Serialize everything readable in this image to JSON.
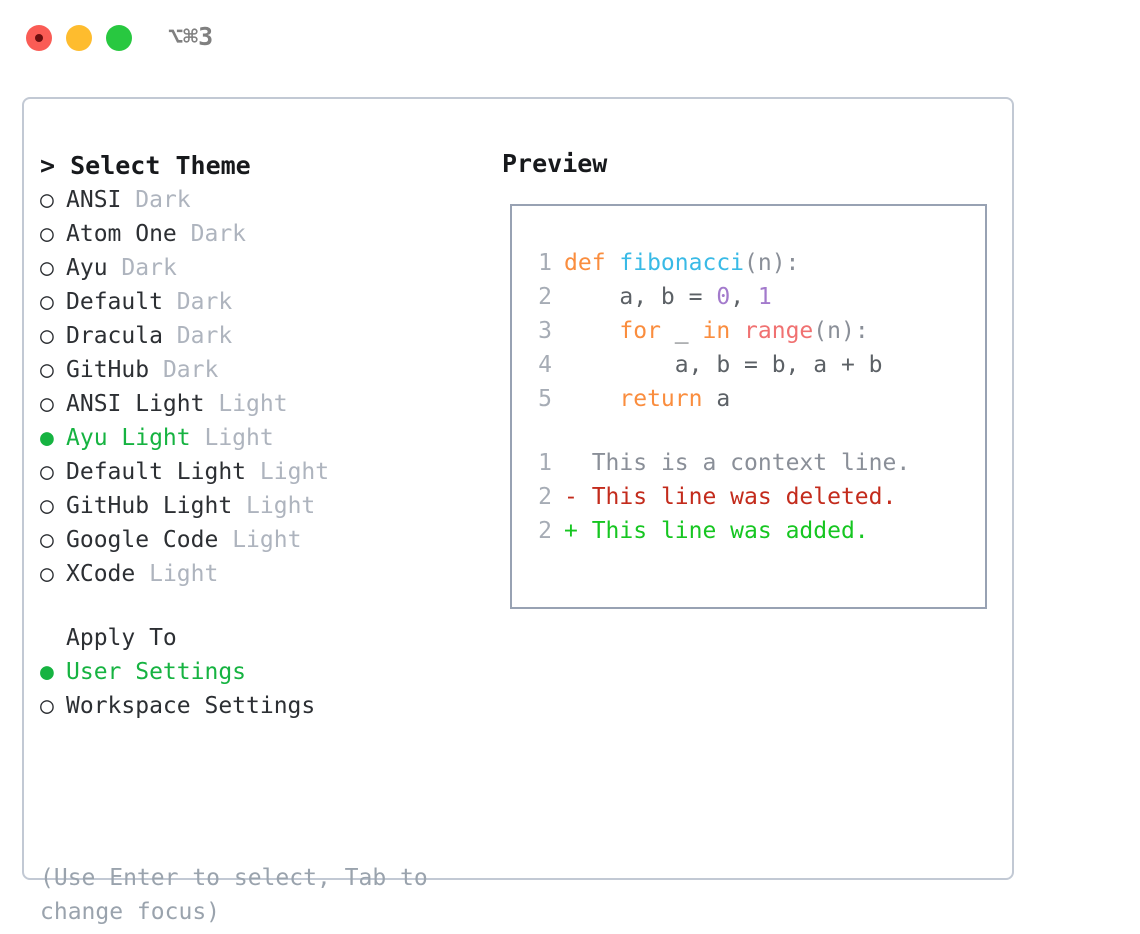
{
  "window": {
    "title": "⌥⌘3",
    "traffic_lights": [
      "close",
      "minimize",
      "maximize"
    ],
    "colors": {
      "close": "#fa5c55",
      "minimize": "#febc2e",
      "maximize": "#28c840",
      "accent_green": "#16b341",
      "muted": "#aeb4be",
      "panel_border": "#c2c9d4",
      "preview_border": "#98a2b3"
    }
  },
  "theme_list": {
    "header": "> Select Theme",
    "items": [
      {
        "marker": "○",
        "name": "ANSI",
        "kind": "Dark",
        "selected": false
      },
      {
        "marker": "○",
        "name": "Atom One",
        "kind": "Dark",
        "selected": false
      },
      {
        "marker": "○",
        "name": "Ayu",
        "kind": "Dark",
        "selected": false
      },
      {
        "marker": "○",
        "name": "Default",
        "kind": "Dark",
        "selected": false
      },
      {
        "marker": "○",
        "name": "Dracula",
        "kind": "Dark",
        "selected": false
      },
      {
        "marker": "○",
        "name": "GitHub",
        "kind": "Dark",
        "selected": false
      },
      {
        "marker": "○",
        "name": "ANSI Light",
        "kind": "Light",
        "selected": false
      },
      {
        "marker": "●",
        "name": "Ayu Light",
        "kind": "Light",
        "selected": true
      },
      {
        "marker": "○",
        "name": "Default Light",
        "kind": "Light",
        "selected": false
      },
      {
        "marker": "○",
        "name": "GitHub Light",
        "kind": "Light",
        "selected": false
      },
      {
        "marker": "○",
        "name": "Google Code",
        "kind": "Light",
        "selected": false
      },
      {
        "marker": "○",
        "name": "XCode",
        "kind": "Light",
        "selected": false
      }
    ]
  },
  "apply_to": {
    "header": "Apply To",
    "items": [
      {
        "marker": "●",
        "name": "User Settings",
        "selected": true
      },
      {
        "marker": "○",
        "name": "Workspace Settings",
        "selected": false
      }
    ]
  },
  "hint": "(Use Enter to select, Tab to change focus)",
  "preview": {
    "title": "Preview",
    "code_lines": [
      {
        "num": "1",
        "tokens": [
          {
            "t": "def ",
            "c": "kw"
          },
          {
            "t": "fibonacci",
            "c": "fn"
          },
          {
            "t": "(n):",
            "c": "punc"
          }
        ]
      },
      {
        "num": "2",
        "tokens": [
          {
            "t": "    a, b = ",
            "c": "txt"
          },
          {
            "t": "0",
            "c": "num"
          },
          {
            "t": ", ",
            "c": "txt"
          },
          {
            "t": "1",
            "c": "num"
          }
        ]
      },
      {
        "num": "3",
        "tokens": [
          {
            "t": "    ",
            "c": "txt"
          },
          {
            "t": "for",
            "c": "kw"
          },
          {
            "t": " _ ",
            "c": "txt"
          },
          {
            "t": "in",
            "c": "kw"
          },
          {
            "t": " ",
            "c": "txt"
          },
          {
            "t": "range",
            "c": "call"
          },
          {
            "t": "(n):",
            "c": "punc"
          }
        ]
      },
      {
        "num": "4",
        "tokens": [
          {
            "t": "        a, b = b, a + b",
            "c": "txt"
          }
        ]
      },
      {
        "num": "5",
        "tokens": [
          {
            "t": "    ",
            "c": "txt"
          },
          {
            "t": "return",
            "c": "kw"
          },
          {
            "t": " a",
            "c": "txt"
          }
        ]
      }
    ],
    "diff_lines": [
      {
        "num": "1",
        "sign": " ",
        "text": " This is a context line.",
        "kind": "ctx"
      },
      {
        "num": "2",
        "sign": "-",
        "text": " This line was deleted.",
        "kind": "del"
      },
      {
        "num": "2",
        "sign": "+",
        "text": " This line was added.",
        "kind": "add"
      }
    ]
  }
}
